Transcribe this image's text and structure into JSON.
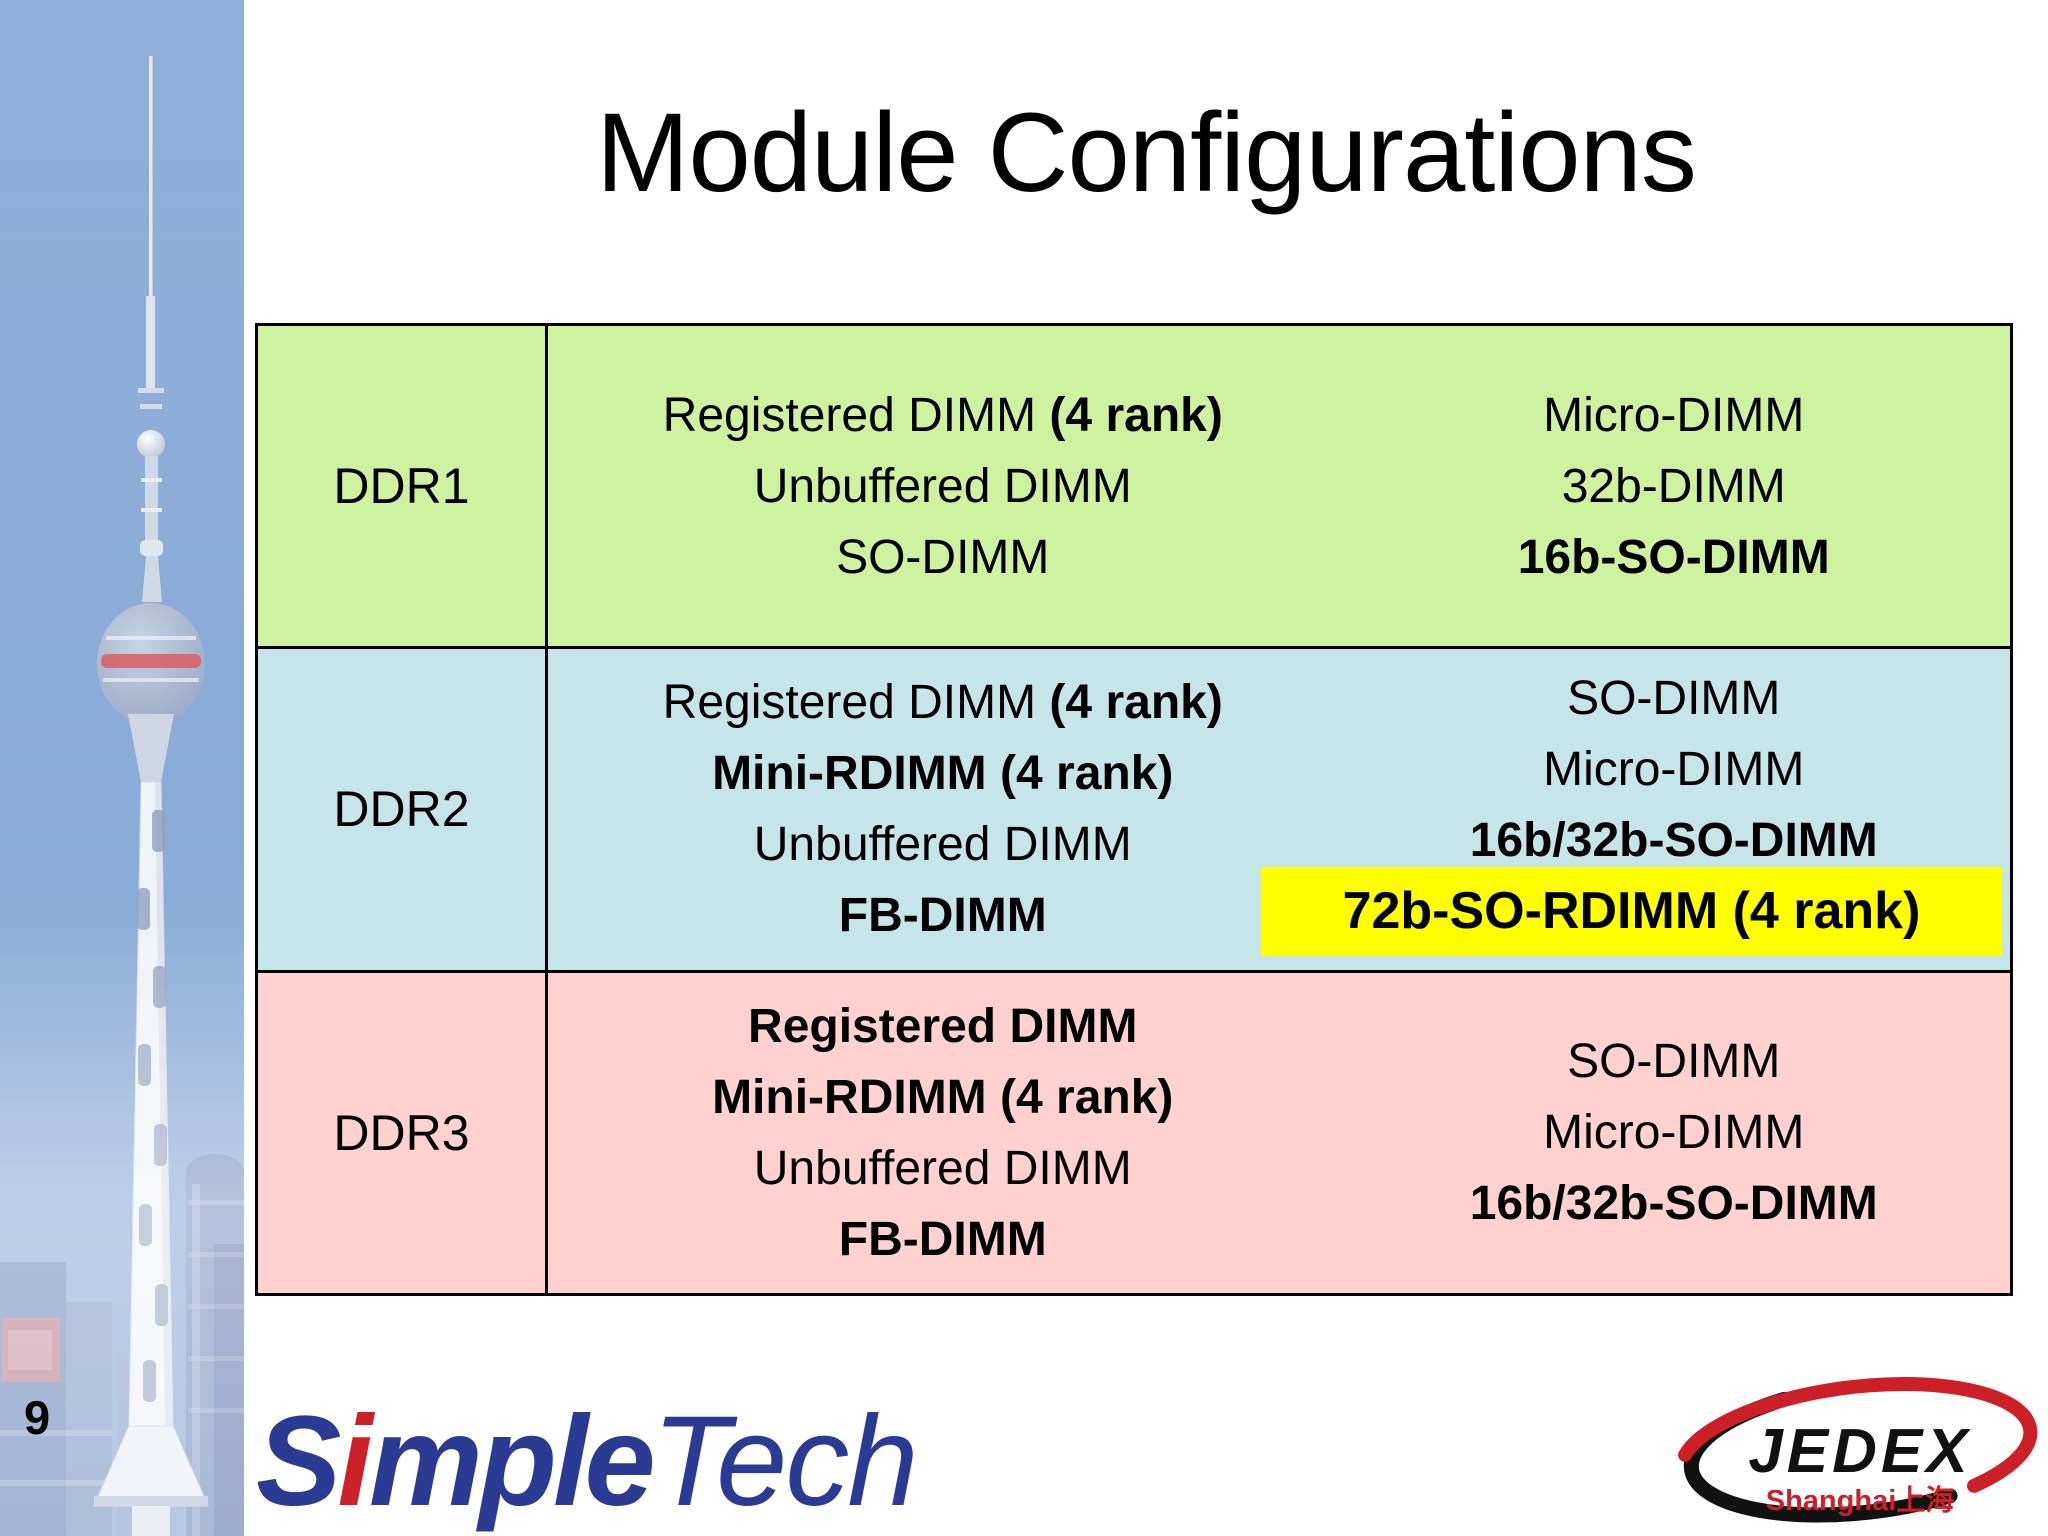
{
  "slide": {
    "title": "Module Configurations",
    "page_number": "9"
  },
  "table": {
    "rows": [
      {
        "label": "DDR1",
        "left": [
          {
            "t": "Registered DIMM ",
            "b": "(4 rank)"
          },
          {
            "t": "Unbuffered DIMM",
            "b": ""
          },
          {
            "t": "SO-DIMM",
            "b": ""
          }
        ],
        "right": [
          {
            "t": "Micro-DIMM",
            "b": ""
          },
          {
            "t": "32b-DIMM",
            "b": ""
          },
          {
            "t": "",
            "b": "16b-SO-DIMM"
          }
        ]
      },
      {
        "label": "DDR2",
        "left": [
          {
            "t": "Registered DIMM ",
            "b": "(4 rank)"
          },
          {
            "t": "",
            "b": "Mini-RDIMM (4 rank)"
          },
          {
            "t": "Unbuffered DIMM",
            "b": ""
          },
          {
            "t": "",
            "b": "FB-DIMM"
          }
        ],
        "right": [
          {
            "t": "SO-DIMM",
            "b": ""
          },
          {
            "t": "Micro-DIMM",
            "b": ""
          },
          {
            "t": "",
            "b": "16b/32b-SO-DIMM"
          }
        ],
        "highlight": "72b-SO-RDIMM (4 rank)"
      },
      {
        "label": "DDR3",
        "left": [
          {
            "t": "",
            "b": "Registered DIMM"
          },
          {
            "t": "",
            "b": "Mini-RDIMM (4 rank)"
          },
          {
            "t": "Unbuffered DIMM",
            "b": ""
          },
          {
            "t": "",
            "b": "FB-DIMM"
          }
        ],
        "right": [
          {
            "t": "SO-DIMM",
            "b": ""
          },
          {
            "t": "Micro-DIMM",
            "b": ""
          },
          {
            "t": "",
            "b": "16b/32b-SO-DIMM"
          }
        ]
      }
    ]
  },
  "branding": {
    "simpletech": {
      "part1": "S",
      "part_i": "i",
      "part2": "mple",
      "part3": "Tech"
    },
    "jedex": {
      "name": "JEDEX",
      "subtitle": "Shanghai上海"
    }
  },
  "colors": {
    "row_ddr1_bg": "#cdf3a0",
    "row_ddr2_bg": "#c5e5e8",
    "row_ddr3_bg": "#ffd2d0",
    "highlight_bg": "#ffff00",
    "table_border": "#000000",
    "brand_navy": "#2b3b94",
    "brand_red": "#cc2128",
    "jedex_red": "#cc1f27",
    "sky_blue": "#7fa3d3"
  }
}
